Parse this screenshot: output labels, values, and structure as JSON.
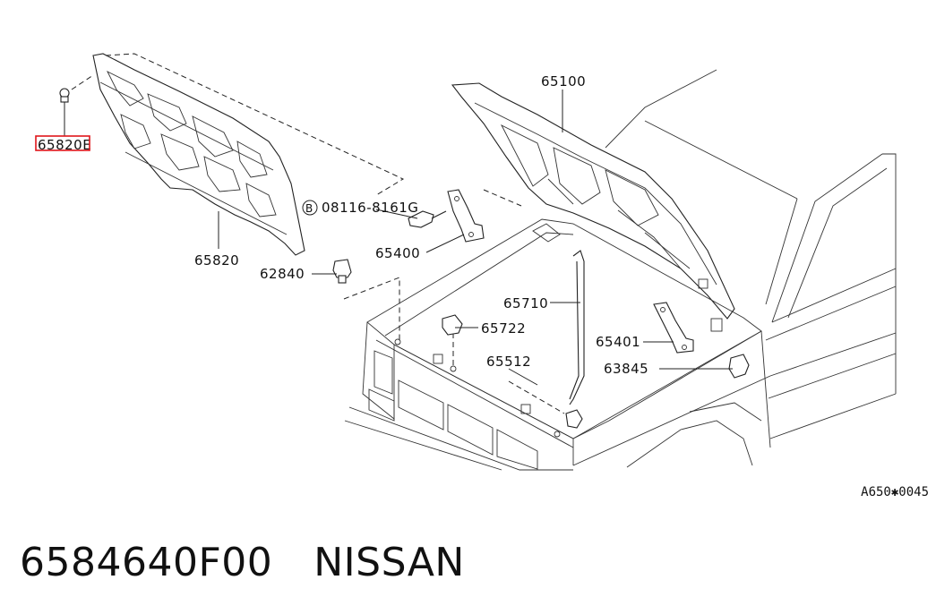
{
  "diagram": {
    "labels": {
      "hood": "65100",
      "insulator": "65820",
      "insulator_clip": "65820E",
      "bolt": "08116-8161G",
      "bolt_marker": "B",
      "hinge_left": "65400",
      "bumper": "62840",
      "stay": "65710",
      "stay_clip": "65722",
      "grommet": "65512",
      "hinge_right": "65401",
      "bracket": "63845"
    },
    "highlight_color": "#e0161b",
    "reference_code": "A650✱0045"
  },
  "footer": {
    "part_number": "6584640F00",
    "brand": "NISSAN"
  }
}
